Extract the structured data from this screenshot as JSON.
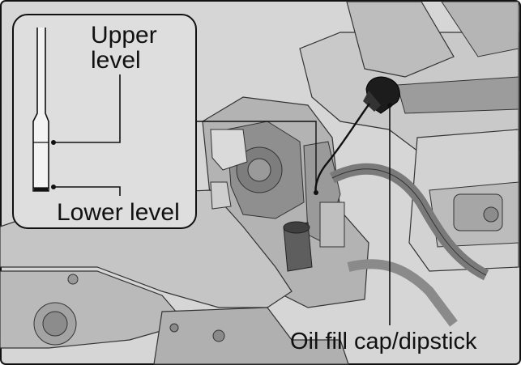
{
  "figure": {
    "labels": {
      "upper_level": "Upper\nlevel",
      "lower_level": "Lower level",
      "oil_fill_cap": "Oil fill cap/dipstick"
    },
    "colors": {
      "background": "#d9d9d9",
      "engine_dark": "#6e6e6e",
      "engine_mid": "#a9a9a9",
      "engine_light": "#cfcfcf",
      "line": "#111111",
      "inset_fill": "#dcdcdc"
    }
  }
}
